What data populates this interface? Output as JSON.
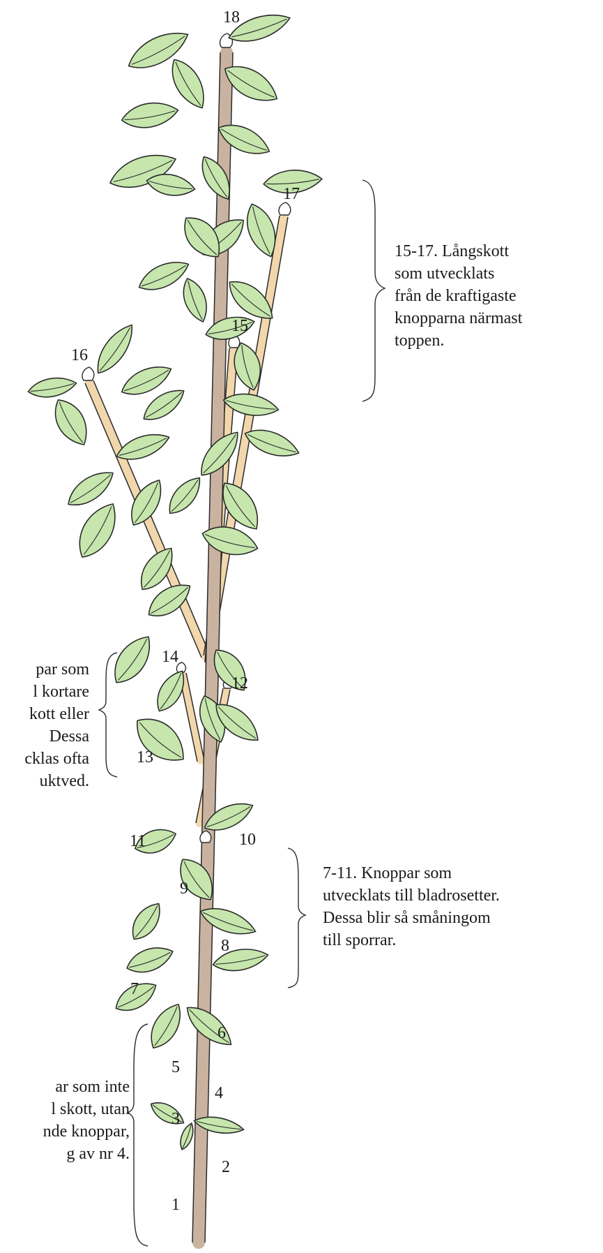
{
  "labels": {
    "n1": "1",
    "n2": "2",
    "n3": "3",
    "n4": "4",
    "n5": "5",
    "n6": "6",
    "n7": "7",
    "n8": "8",
    "n9": "9",
    "n10": "10",
    "n11": "11",
    "n12": "12",
    "n13": "13",
    "n14": "14",
    "n15": "15",
    "n16": "16",
    "n17": "17",
    "n18": "18"
  },
  "captions": {
    "top": [
      "15-17. Långskott",
      "som utvecklats",
      "från de kraftigaste",
      "knopparna närmast",
      "toppen."
    ],
    "middle": [
      "7-11. Knoppar som",
      "utvecklats till bladrosetter.",
      "Dessa blir så småningom",
      "till sporrar."
    ],
    "upper_left": [
      "par som",
      "l kortare",
      "kott eller",
      "Dessa",
      "cklas ofta",
      "uktved."
    ],
    "lower_left": [
      "ar som inte",
      "l skott, utan",
      "nde knoppar,",
      "g av nr 4."
    ]
  },
  "colors": {
    "leaf": "#c6e6ad",
    "old_wood": "#c9b3a0",
    "new_shoot": "#f2d7ad"
  }
}
